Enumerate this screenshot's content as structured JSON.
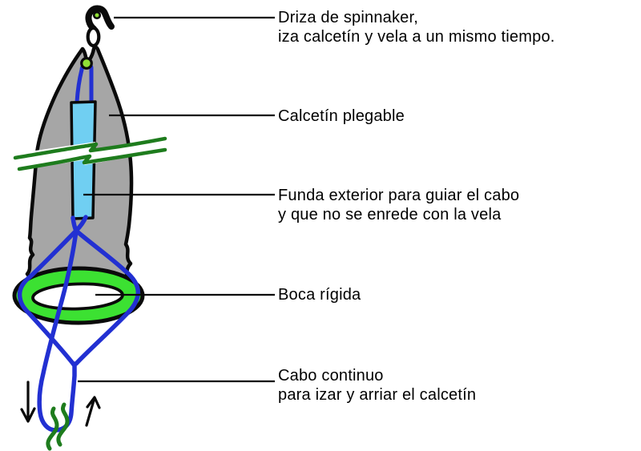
{
  "labels": {
    "halyard": {
      "line1": "Driza de spinnaker,",
      "line2": "iza calcetín y vela a un mismo tiempo."
    },
    "sock": {
      "line1": "Calcetín plegable"
    },
    "sleeve": {
      "line1": "Funda exterior para guiar el cabo",
      "line2": "y que no se enrede con la vela"
    },
    "mouth": {
      "line1": "Boca rígida"
    },
    "control": {
      "line1": "Cabo continuo",
      "line2": "para izar y arriar el calcetín"
    }
  },
  "colors": {
    "sock_gray": "#a6a6a6",
    "sleeve_blue": "#70cff2",
    "rope_blue": "#2230d2",
    "ring_green": "#3ce132",
    "stay_green": "#1e7c1d",
    "eye_green": "#90e036",
    "outline_black": "#0a0a0a"
  }
}
